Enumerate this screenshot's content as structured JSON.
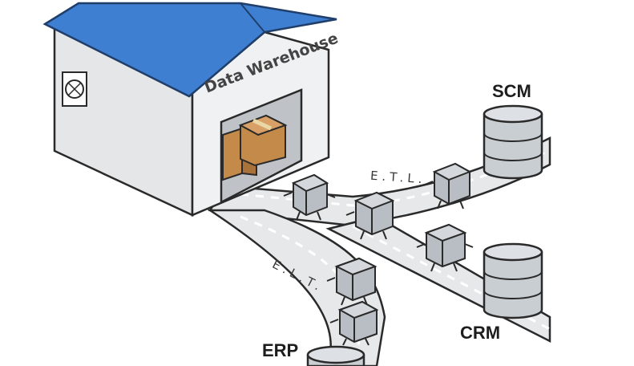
{
  "diagram": {
    "warehouse_sign": "Data Warehouse",
    "sources": {
      "scm": "SCM",
      "crm": "CRM",
      "erp": "ERP"
    },
    "paths": {
      "etl": "E.T.L.",
      "elt": "E.L.T."
    }
  },
  "colors": {
    "roof": "#3f7fd1",
    "wall": "#ededed",
    "road": "#e6e8ea",
    "database": "#c9ced3",
    "box_cube": "#b9bec4",
    "parcel": "#c48a4a"
  }
}
